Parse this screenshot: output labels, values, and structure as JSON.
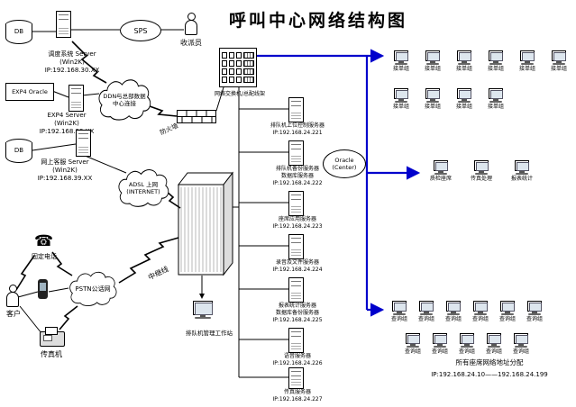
{
  "title": "呼叫中心网络结构图",
  "colors": {
    "accent_blue": "#0000cc",
    "line": "#000000"
  },
  "topLeft": {
    "db1": "DB",
    "dispatch_server": "调度系统 Server\n(Win2K)\nIP:192.168.30.XX",
    "sps": "SPS",
    "courier": "收派员",
    "exp4_box": "EXP4 Oracle",
    "exp4_server": "EXP4 Server\n(Win2K)\nIP:192.168.39.XX",
    "ddn_cloud": "DDN与总部数据\n中心连接",
    "db2": "DB",
    "web_server": "网上客服 Server\n(Win2K)\nIP:192.168.39.XX",
    "adsl_cloud": "ADSL 上网\n(INTERNET)",
    "firewall": "防火墙"
  },
  "bottomLeft": {
    "fixed_phone": "固定电话",
    "pstn_cloud": "PSTN公话网",
    "customer": "客户",
    "fax": "传真机",
    "trunk": "中继线"
  },
  "center": {
    "switch_label": "网络交换机/总配线架",
    "workstation": "排队机管理工作站",
    "oracle": "Oracle\n(Center)"
  },
  "servers": [
    {
      "name": "排队机上位控制服务器",
      "ip": "IP:192.168.24.221"
    },
    {
      "name": "排队机备份服务器",
      "name2": "数据库服务器",
      "ip": "IP:192.168.24.222"
    },
    {
      "name": "座席应用服务器",
      "ip": "IP:192.168.24.223"
    },
    {
      "name": "录音及文件服务器",
      "ip": "IP:192.168.24.224"
    },
    {
      "name": "报表统计服务器",
      "name2": "数据库备份服务器",
      "ip": "IP:192.168.24.225"
    },
    {
      "name": "语音服务器",
      "ip": "IP:192.168.24.226"
    },
    {
      "name": "传真服务器",
      "ip": "IP:192.168.24.227"
    }
  ],
  "seats": {
    "row1": [
      "接单组",
      "接单组",
      "接单组",
      "接单组",
      "接单组",
      "接单组"
    ],
    "row2": [
      "接单组",
      "接单组",
      "接单组",
      "接单组"
    ],
    "middle": [
      "质检座席",
      "传真处理",
      "报表统计"
    ],
    "row3": [
      "查询组",
      "查询组",
      "查询组",
      "查询组",
      "查询组",
      "查询组"
    ],
    "row4": [
      "查询组",
      "查询组",
      "查询组",
      "查询组",
      "查询组"
    ],
    "footer_line1": "所有座席网络地址分配",
    "footer_line2": "IP:192.168.24.10——192.168.24.199"
  }
}
